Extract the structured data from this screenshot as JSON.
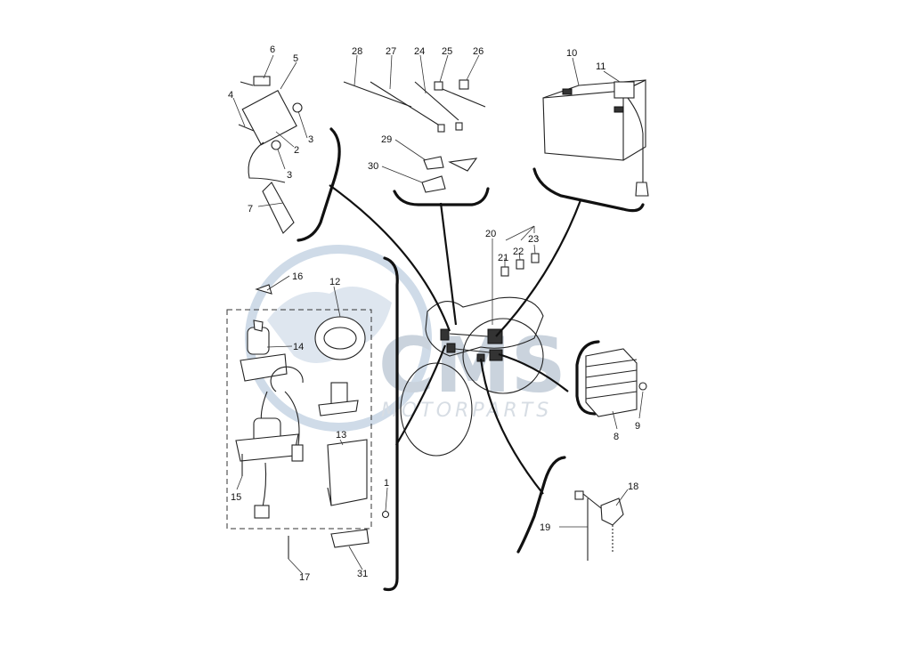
{
  "watermark": {
    "brand": "CMS",
    "subtitle": "MOTORPARTS",
    "color": "#a9bfd6"
  },
  "callouts": {
    "c1": "1",
    "c2": "2",
    "c3a": "3",
    "c3b": "3",
    "c4": "4",
    "c5": "5",
    "c6": "6",
    "c7": "7",
    "c8": "8",
    "c9": "9",
    "c10": "10",
    "c11": "11",
    "c12": "12",
    "c13": "13",
    "c14": "14",
    "c15": "15",
    "c16": "16",
    "c17": "17",
    "c18": "18",
    "c19": "19",
    "c20": "20",
    "c21": "21",
    "c22": "22",
    "c23": "23",
    "c24": "24",
    "c25": "25",
    "c26": "26",
    "c27": "27",
    "c28": "28",
    "c29": "29",
    "c30": "30",
    "c31": "31"
  }
}
